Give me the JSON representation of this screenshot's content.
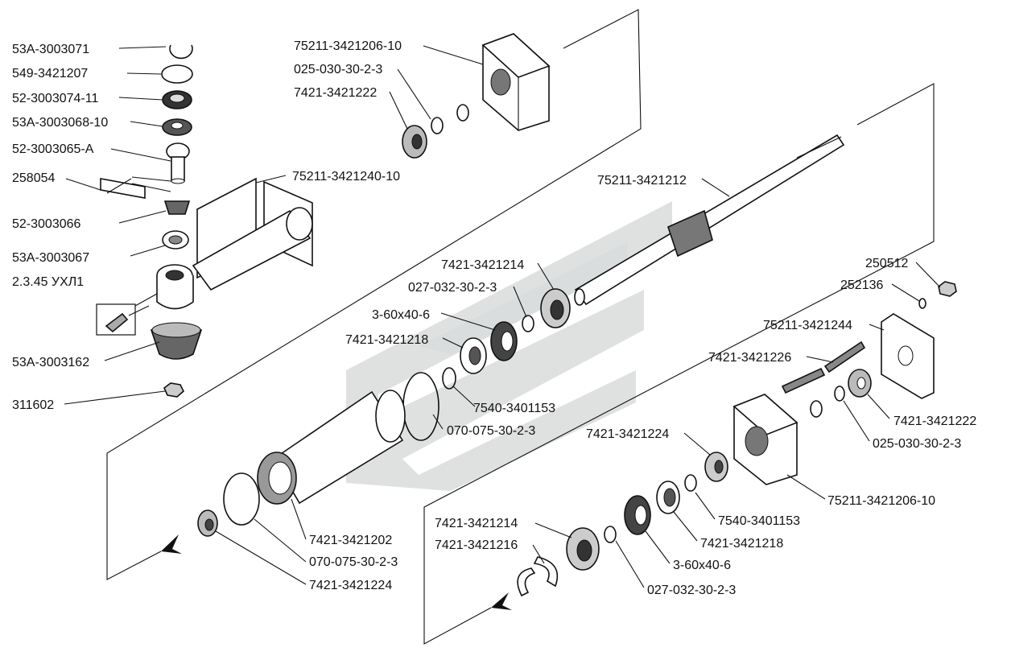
{
  "labels": {
    "l01": "53А-3003071",
    "l02": "549-3421207",
    "l03": "52-3003074-11",
    "l04": "53А-3003068-10",
    "l05": "52-3003065-А",
    "l06": "258054",
    "l07": "52-3003066",
    "l08": "53А-3003067",
    "l09": "2.3.45 УХЛ1",
    "l10": "53А-3003162",
    "l11": "311602",
    "l12": "75211-3421206-10",
    "l13": "025-030-30-2-3",
    "l14": "7421-3421222",
    "l15": "75211-3421240-10",
    "l16": "75211-3421212",
    "l17": "7421-3421214",
    "l18": "027-032-30-2-3",
    "l19": "3-60х40-6",
    "l20": "7421-3421218",
    "l21": "7540-3401153",
    "l22": "070-075-30-2-3",
    "l23": "7421-3421202",
    "l24": "070-075-30-2-3",
    "l25": "7421-3421224",
    "l26": "250512",
    "l27": "252136",
    "l28": "75211-3421244",
    "l29": "7421-3421226",
    "l30": "7421-3421222",
    "l31": "025-030-30-2-3",
    "l32": "7421-3421224",
    "l33": "75211-3421206-10",
    "l34": "7540-3401153",
    "l35": "7421-3421218",
    "l36": "7421-3421214",
    "l37": "7421-3421216",
    "l38": "3-60х40-6",
    "l39": "027-032-30-2-3"
  }
}
